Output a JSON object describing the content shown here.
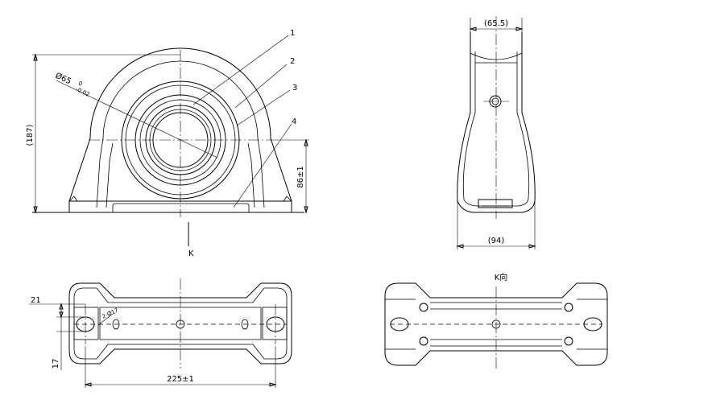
{
  "callouts": [
    "1",
    "2",
    "3",
    "4"
  ],
  "dimensions": {
    "diameter": "Ø65",
    "diameter_tol_upper": "0",
    "diameter_tol_lower": "-0.02",
    "overall_height": "(187)",
    "center_height": "86±1",
    "top_width": "(65.5)",
    "bottom_width": "(94)",
    "offset_top": "21",
    "offset_bottom": "17",
    "hole_spacing": "225±1",
    "small_note": "2-Ø17"
  },
  "labels": {
    "view_arrow": "K",
    "view_title": "K向"
  }
}
